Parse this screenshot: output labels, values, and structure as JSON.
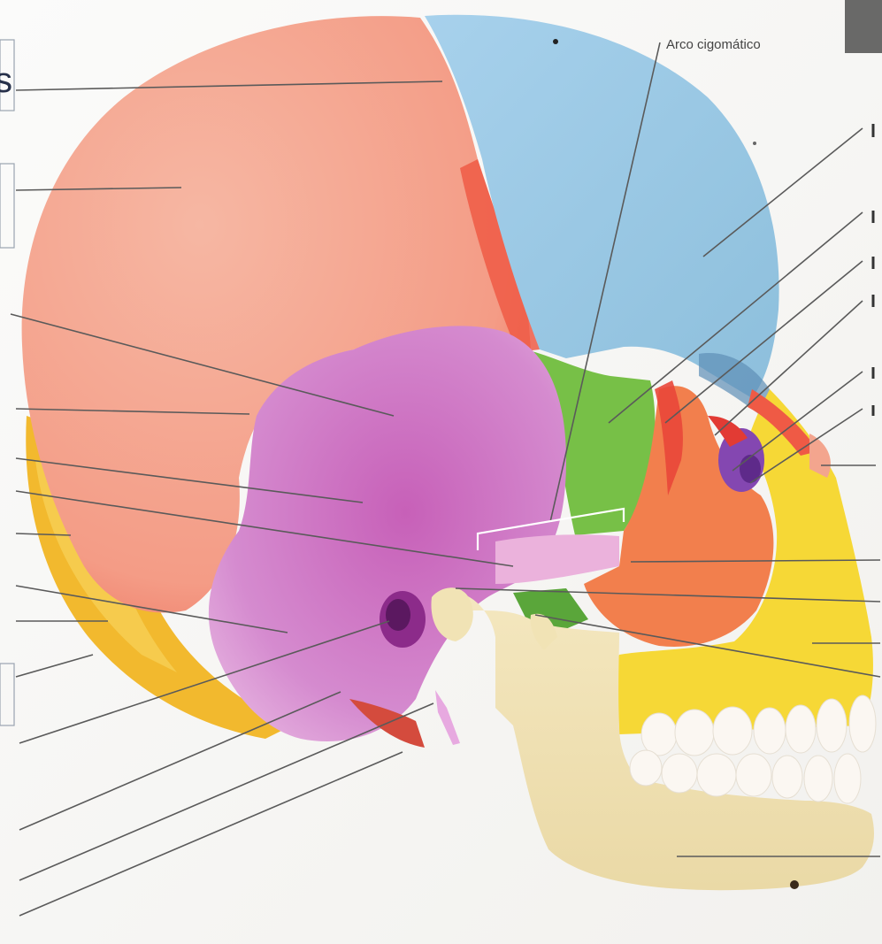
{
  "diagram": {
    "labels": {
      "zygomatic_arch": "Arco cigomático"
    },
    "corner_text": "s",
    "bone_colors": {
      "parietal": "#f4a993",
      "frontal": "#9fcbe6",
      "temporal": "#cf84c8",
      "occipital": "#f2c437",
      "sphenoid": "#79c24a",
      "zygomatic": "#f28b54",
      "maxilla": "#f7dc3a",
      "nasal": "#ef5a45",
      "lacrimal": "#8e4fb6",
      "mandible": "#f1e3b5",
      "teeth": "#fbf7f2"
    },
    "icons": {
      "skull": "lateral-skull-illustration"
    }
  }
}
